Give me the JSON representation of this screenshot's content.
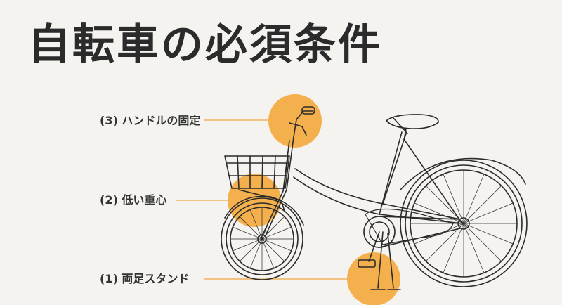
{
  "title": "自転車の必須条件",
  "callouts": [
    {
      "id": "handle",
      "label": "(3) ハンドルの固定"
    },
    {
      "id": "gravity",
      "label": "(2) 低い重心"
    },
    {
      "id": "stand",
      "label": "(1) 両足スタンド"
    }
  ],
  "colors": {
    "accent": "#f2a23c",
    "line": "#f1b15e",
    "ink": "#2b2b2b",
    "background": "#f4f3f0"
  }
}
